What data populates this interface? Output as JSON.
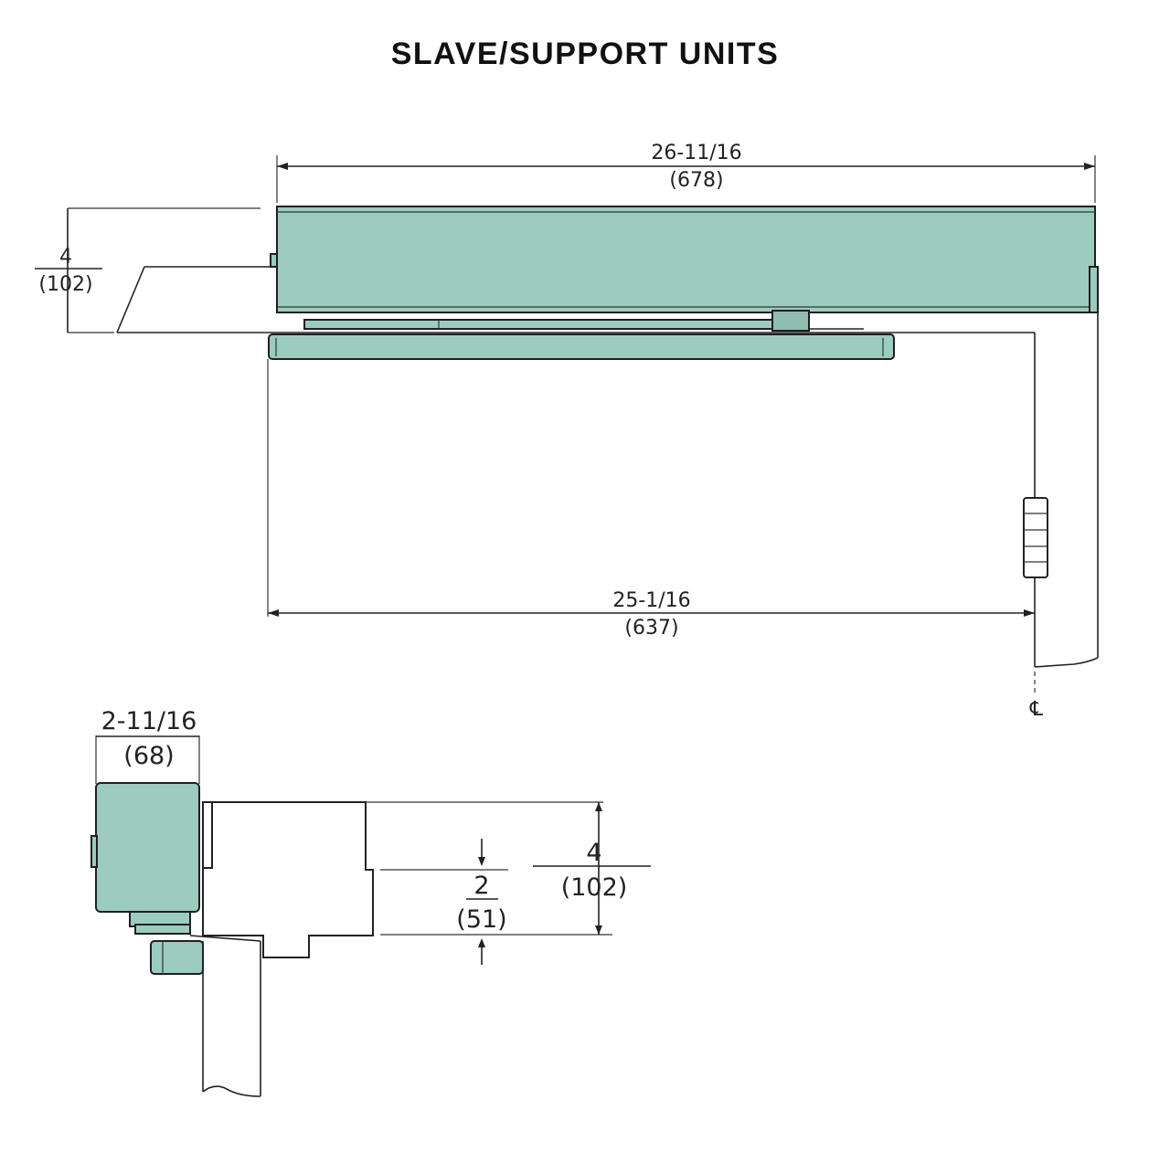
{
  "diagram": {
    "title": "SLAVE/SUPPORT UNITS",
    "dimensions": {
      "overall_length": {
        "imperial": "26-11/16",
        "metric": "(678)"
      },
      "height_top": {
        "imperial": "4",
        "metric": "(102)"
      },
      "arm_length": {
        "imperial": "25-1/16",
        "metric": "(637)"
      },
      "depth": {
        "imperial": "2-11/16",
        "metric": "(68)"
      },
      "arm_offset": {
        "imperial": "2",
        "metric": "(51)"
      },
      "height_side": {
        "imperial": "4",
        "metric": "(102)"
      }
    },
    "centerline_symbol": "℄",
    "colors": {
      "unit_fill": "#9ccbc0",
      "line": "#222222"
    }
  }
}
